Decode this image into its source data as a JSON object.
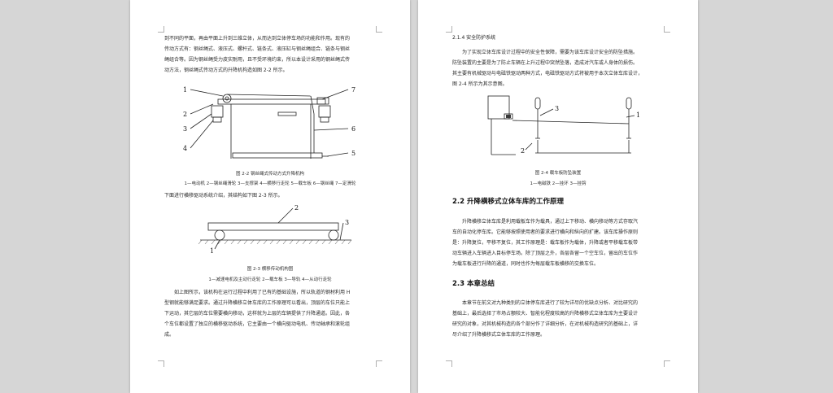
{
  "left_page": {
    "intro_lines": [
      "到不同的平面，再由平面上升到三维立体，从而达到立体停车场的功能和作用。现有的",
      "传动方式有：钢丝绳式、液压式、螺杆式、链条式、液压缸与钢丝绳组合、链条与钢丝",
      "绳组合等。因为钢丝绳受力皮实耐用，且不受环境约束，所以本设计采用的钢丝绳式传",
      "动方法，钢丝绳式传动方式的升降机构造如图 2-2 所示。"
    ],
    "fig22": {
      "callouts": [
        "1",
        "2",
        "3",
        "4",
        "7",
        "6",
        "5"
      ],
      "caption": "图 2-2 钢丝绳式传动方式升降机构",
      "legend": "1—电动机 2—钢丝绳滑轮 3—支撑架 4—横移行走轮 5—载车板 6—钢丝绳 7—定滑轮"
    },
    "transition": "下面进行横移驱动系统介绍，其结构如下图 2-3 所示。",
    "fig23": {
      "callouts": [
        "2",
        "1",
        "3"
      ],
      "caption": "图 2-3 横移传动机构图",
      "legend": "1—减速电机及主动行走轮 2—载车板 3—导轨 4—从动行走轮"
    },
    "closing_lines": [
      "如上图所示，该机构在运行过程中利用了已有的基础设施，所以轨道的钢材利用 H",
      "型钢就能够满足要求。通过升降横移立体车库的工作原理可以看出，顶层的车位只能上",
      "下运动，其它层的车位需要横向移动，这样就为上层的车辆提供了升降通道。因此，各",
      "个车位都设置了独立的横移驱动系统，它主要由一个横向驱动电机、传动轴承和滚轮组",
      "成。"
    ]
  },
  "right_page": {
    "sec214": "2.1.4 安全防护系统",
    "sec214_lines": [
      "为了实现立体车库设计过程中的安全性保障，需要为该车库设计安全的防坠措施。",
      "防坠装置的主要是为了防止车辆在上升过程中突然坠落，造成对汽车或人身体的损伤。",
      "其主要有机械驱动与电磁铁驱动两种方式，电磁铁驱动方式将被用于本次立体车库设计，",
      "图 2-4 所示为其示意图。"
    ],
    "fig24": {
      "callouts": [
        "3",
        "2",
        "1"
      ],
      "caption": "图 2-4 载车板防坠装置",
      "legend": "1—电磁铁 2—挂环 3—挂钩"
    },
    "sec22": "2.2 升降横移式立体车库的工作原理",
    "sec22_lines": [
      "升降横移立体车库是利用载板车作为载具，通过上下移动、横向移动等方式存取汽",
      "车的自动化停车库。它能够按照使用者的要求进行横向和纵向的扩建。该车库操作原则",
      "是：升降复位，平移不复位，其工作原理是：载车板作为载体，升降或者平移载车板带",
      "动车辆进入车辆进入目标停车场。除了顶层之外，各层各留一个空车位，留出的车位作",
      "为载车板进行升降的通道，同时也作为每层载车板横移的交换车位。"
    ],
    "sec23": "2.3 本章总结",
    "sec23_lines": [
      "本章节在前文对九种类别的立体停车库进行了较为详尽的优缺点分析、对比研究的",
      "基础上，最后选择了市场占额较大、智能化程度较高的升降横移式立体车库为主要设计",
      "研究的对象，对其机械构造的各个部分作了详细分析，在对机械构造研究的基础上，详",
      "尽介绍了升降横移式立体车库的工作原理。"
    ]
  }
}
